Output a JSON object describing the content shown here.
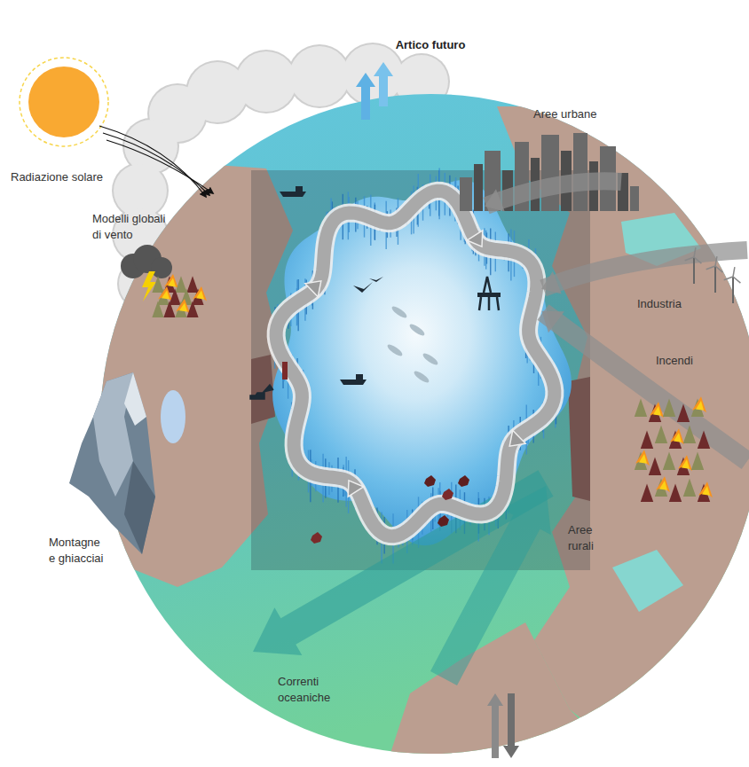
{
  "diagram": {
    "title": "Artico futuro",
    "labels": [
      "Radiazione solare",
      "Modelli globali di vento",
      "Aree urbane",
      "Industria",
      "Incendi",
      "Montagne e ghiacciai",
      "Aree rurali",
      "Correnti oceaniche"
    ]
  }
}
